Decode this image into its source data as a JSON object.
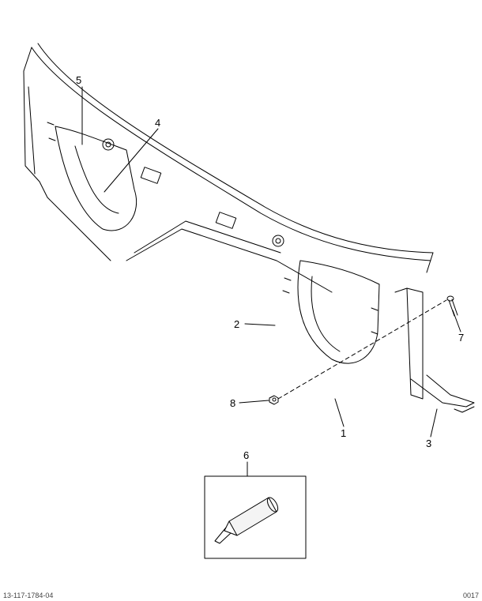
{
  "callouts": [
    {
      "label": "1"
    },
    {
      "label": "2"
    },
    {
      "label": "3"
    },
    {
      "label": "4"
    },
    {
      "label": "5"
    },
    {
      "label": "6"
    },
    {
      "label": "7"
    },
    {
      "label": "8"
    }
  ],
  "footer": {
    "left": "13-117-1784-04",
    "right": "0017"
  }
}
